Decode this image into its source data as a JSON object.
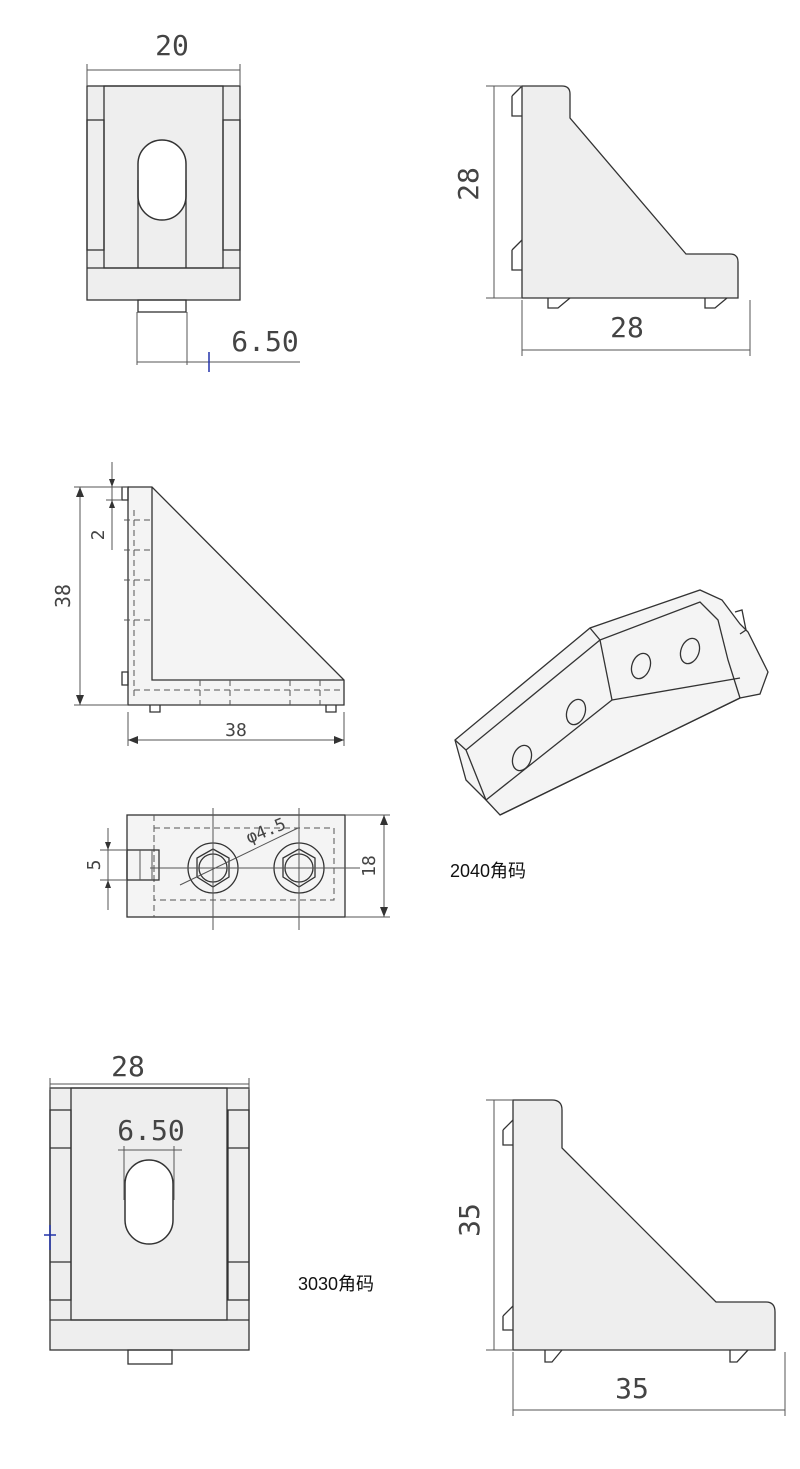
{
  "views": {
    "v1": {
      "width_dim": "20",
      "slot_dim": "6.50"
    },
    "v2": {
      "height_dim": "28",
      "width_dim": "28"
    },
    "v3": {
      "height_dim": "38",
      "width_dim": "38",
      "step_dim": "2"
    },
    "v4": {
      "hole_dim": "φ4.5",
      "height_dim": "18",
      "slot_dim": "5"
    },
    "v5": {
      "width_dim": "28",
      "slot_dim": "6.50"
    },
    "v6": {
      "height_dim": "35",
      "width_dim": "35"
    }
  },
  "captions": {
    "bracket_2040": "2040角码",
    "bracket_3030": "3030角码"
  }
}
